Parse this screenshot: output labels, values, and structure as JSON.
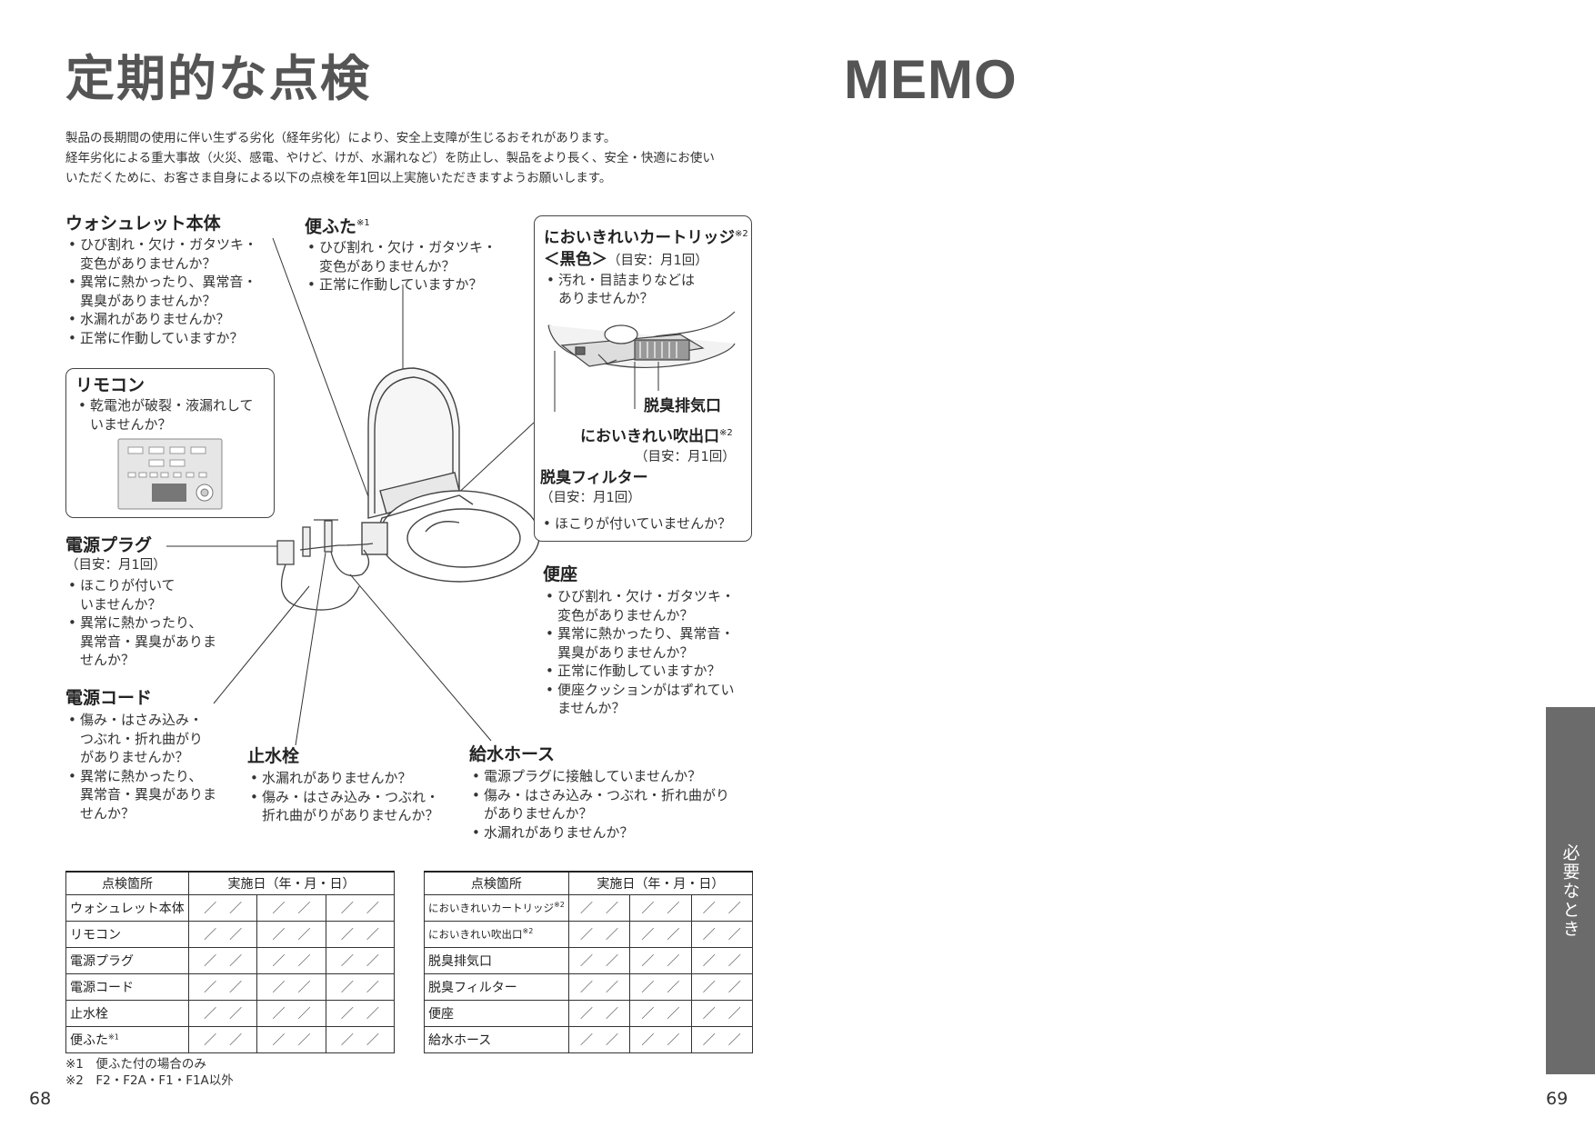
{
  "left_page": {
    "title": "定期的な点検",
    "intro": [
      "製品の長期間の使用に伴い生ずる劣化（経年劣化）により、安全上支障が生じるおそれがあります。",
      "経年劣化による重大事故（火災、感電、やけど、けが、水漏れなど）を防止し、製品をより長く、安全・快適にお使い",
      "いただくために、お客さま自身による以下の点検を年1回以上実施いただきますようお願いします。"
    ],
    "sections": {
      "washlet": {
        "title": "ウォシュレット本体",
        "items": [
          "ひび割れ・欠け・ガタツキ・",
          "変色がありませんか？",
          "異常に熱かったり、異常音・",
          "異臭がありませんか？",
          "水漏れがありませんか？",
          "正常に作動していますか？"
        ]
      },
      "lid": {
        "title": "便ふた",
        "note_mark": "※1",
        "items": [
          "ひび割れ・欠け・ガタツキ・",
          "変色がありませんか？",
          "正常に作動していますか？"
        ]
      },
      "remote": {
        "title": "リモコン",
        "items": [
          "乾電池が破裂・液漏れして",
          "いませんか？"
        ]
      },
      "cartridge": {
        "title": "においきれいカートリッジ",
        "note_mark": "※2",
        "color": "＜黒色＞",
        "interval": "（目安：月1回）",
        "items": [
          "汚れ・目詰まりなどは",
          "ありませんか？"
        ]
      },
      "exhaust": {
        "title": "脱臭排気口"
      },
      "outlet": {
        "title": "においきれい吹出口",
        "note_mark": "※2",
        "interval": "（目安：月1回）"
      },
      "filter": {
        "title": "脱臭フィルター",
        "interval": "（目安：月1回）",
        "items": [
          "ほこりが付いていませんか？"
        ]
      },
      "plug": {
        "title": "電源プラグ",
        "interval": "（目安：月1回）",
        "items": [
          "ほこりが付いて",
          "いませんか？",
          "異常に熱かったり、",
          "異常音・異臭がありま",
          "せんか？"
        ]
      },
      "seat": {
        "title": "便座",
        "items": [
          "ひび割れ・欠け・ガタツキ・",
          "変色がありませんか？",
          "異常に熱かったり、異常音・",
          "異臭がありませんか？",
          "正常に作動していますか？",
          "便座クッションがはずれてい",
          "ませんか？"
        ]
      },
      "cord": {
        "title": "電源コード",
        "items": [
          "傷み・はさみ込み・",
          "つぶれ・折れ曲がり",
          "がありませんか？",
          "異常に熱かったり、",
          "異常音・異臭がありま",
          "せんか？"
        ]
      },
      "valve": {
        "title": "止水栓",
        "items": [
          "水漏れがありませんか？",
          "傷み・はさみ込み・つぶれ・",
          "折れ曲がりがありませんか？"
        ]
      },
      "hose": {
        "title": "給水ホース",
        "items": [
          "電源プラグに接触していませんか？",
          "傷み・はさみ込み・つぶれ・折れ曲がり",
          "がありませんか？",
          "水漏れがありませんか？"
        ]
      }
    },
    "table_headers": {
      "place": "点検箇所",
      "date": "実施日（年・月・日）"
    },
    "date_mark": "／　／",
    "table1_rows": [
      "ウォシュレット本体",
      "リモコン",
      "電源プラグ",
      "電源コード",
      "止水栓",
      "便ふた"
    ],
    "table1_marks": [
      "",
      "",
      "",
      "",
      "",
      "※1"
    ],
    "table2_rows": [
      "においきれいカートリッジ",
      "においきれい吹出口",
      "脱臭排気口",
      "脱臭フィルター",
      "便座",
      "給水ホース"
    ],
    "table2_marks": [
      "※2",
      "※2",
      "",
      "",
      "",
      ""
    ],
    "notes": [
      "※1　便ふた付の場合のみ",
      "※2　F2・F2A・F1・F1A以外"
    ],
    "page_number": "68"
  },
  "right_page": {
    "title": "MEMO",
    "side_tab": "必要なとき",
    "page_number": "69"
  }
}
